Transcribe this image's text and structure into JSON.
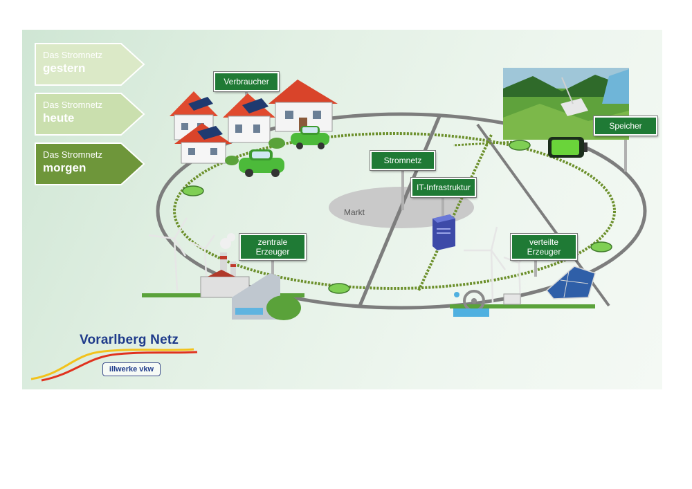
{
  "timeline": [
    {
      "line1": "Das Stromnetz",
      "line2": "gestern",
      "fill": "#dbe9c7",
      "active": false
    },
    {
      "line1": "Das Stromnetz",
      "line2": "heute",
      "fill": "#cadfae",
      "active": false
    },
    {
      "line1": "Das Stromnetz",
      "line2": "morgen",
      "fill": "#6e963a",
      "active": true
    }
  ],
  "signs": {
    "verbraucher": "Verbraucher",
    "stromnetz": "Stromnetz",
    "it_infrastruktur": "IT-Infrastruktur",
    "speicher": "Speicher",
    "zentrale_line1": "zentrale",
    "zentrale_line2": "Erzeuger",
    "verteilte_line1": "verteilte",
    "verteilte_line2": "Erzeuger"
  },
  "market_label": "Markt",
  "logo": {
    "title": "Vorarlberg Netz",
    "subtitle": "illwerke vkw"
  },
  "colors": {
    "sign_green": "#1f7a35",
    "grid_gray": "#7d7d7d",
    "dotted_green": "#6b8f2a",
    "node_green": "#7fcf54",
    "logo_blue": "#1e3a8a"
  }
}
